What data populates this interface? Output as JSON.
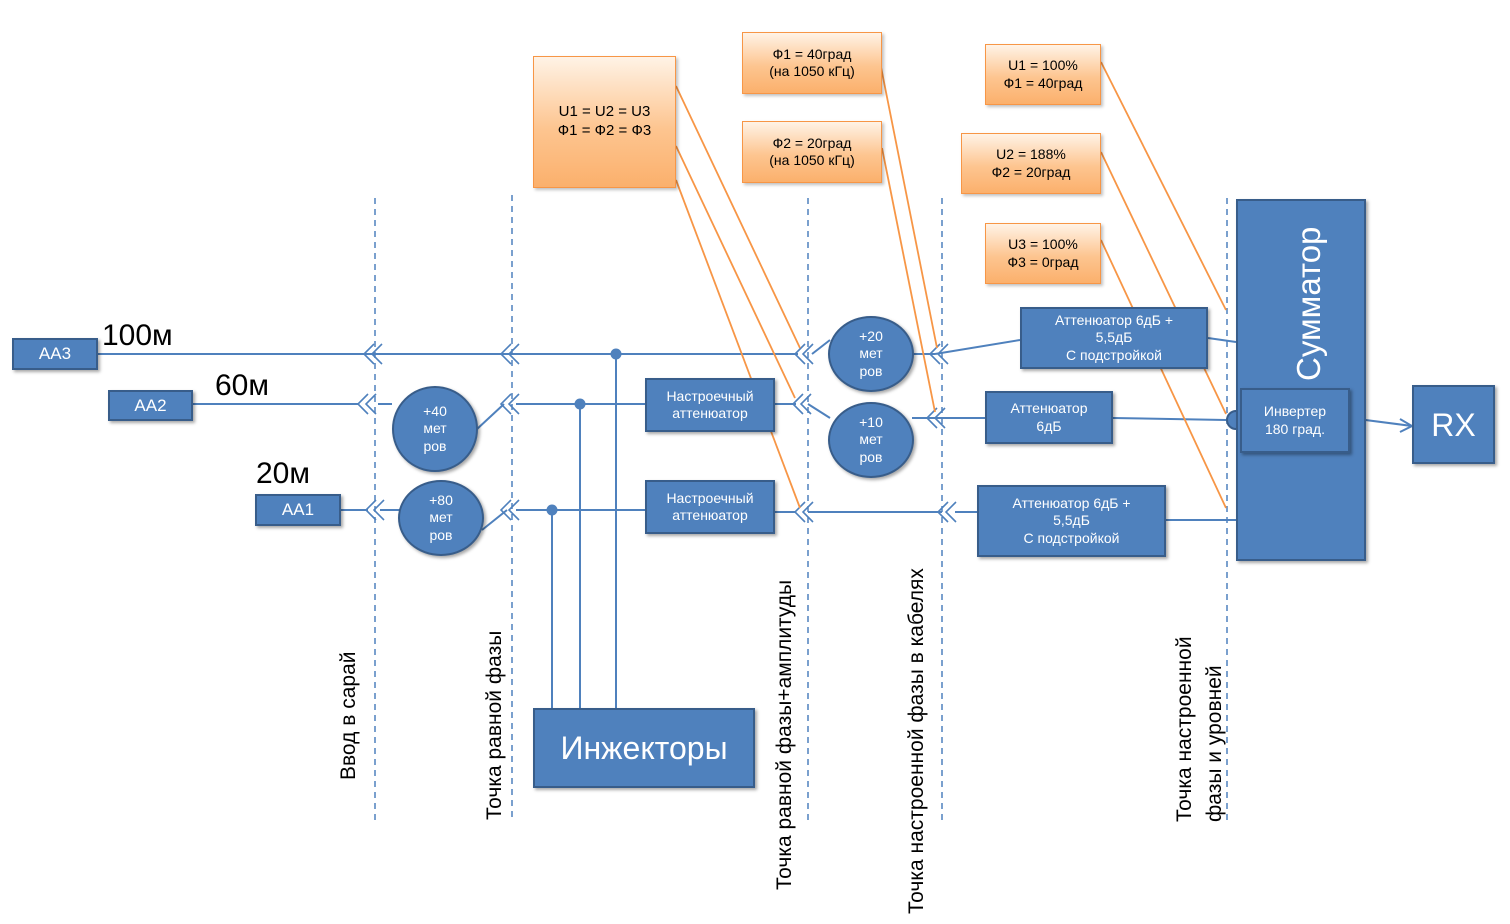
{
  "antennas": {
    "aa3": "AA3",
    "aa2": "AA2",
    "aa1": "AA1"
  },
  "distances": {
    "d100": "100м",
    "d60": "60м",
    "d20": "20м"
  },
  "delays": {
    "aa2_40": "+40\nмет\nров",
    "aa1_80": "+80\nмет\nров",
    "aa3_20": "+20\nмет\nров",
    "aa2_10": "+10\nмет\nров"
  },
  "tuning_attenuator": "Настроечный\nаттенюатор",
  "attenuators": {
    "top": "Аттенюатор 6дБ +\n5,5дБ\nС подстройкой",
    "mid": "Аттенюатор\n6дБ",
    "bottom": "Аттенюатор 6дБ +\n5,5дБ\nС подстройкой"
  },
  "injectors": "Инжекторы",
  "summator": "Сумматор",
  "inverter": "Инвертер\n180 град.",
  "receiver": "RX",
  "notes": {
    "equal": "U1 = U2 = U3\nФ1 = Ф2 = Ф3",
    "phi1": "Ф1 = 40град\n(на 1050 кГц)",
    "phi2": "Ф2 = 20град\n(на 1050 кГц)",
    "u1": "U1 = 100%\nФ1 = 40град",
    "u2": "U2 = 188%\nФ2 = 20град",
    "u3": "U3 = 100%\nФ3 = 0град"
  },
  "points": {
    "barn": "Ввод в сарай",
    "equal_phase": "Точка равной фазы",
    "equal_phase_amp": "Точка равной фазы+амплитуды",
    "tuned_cables": "Точка настроенной фазы в кабелях",
    "tuned_levels": "Точка настроенной\nфазы и уровней"
  },
  "colors": {
    "block": "#4f81bd",
    "block_border": "#385d8a",
    "note_border": "#f79646",
    "wire": "#4f81bd",
    "callout_line": "#f79646"
  }
}
